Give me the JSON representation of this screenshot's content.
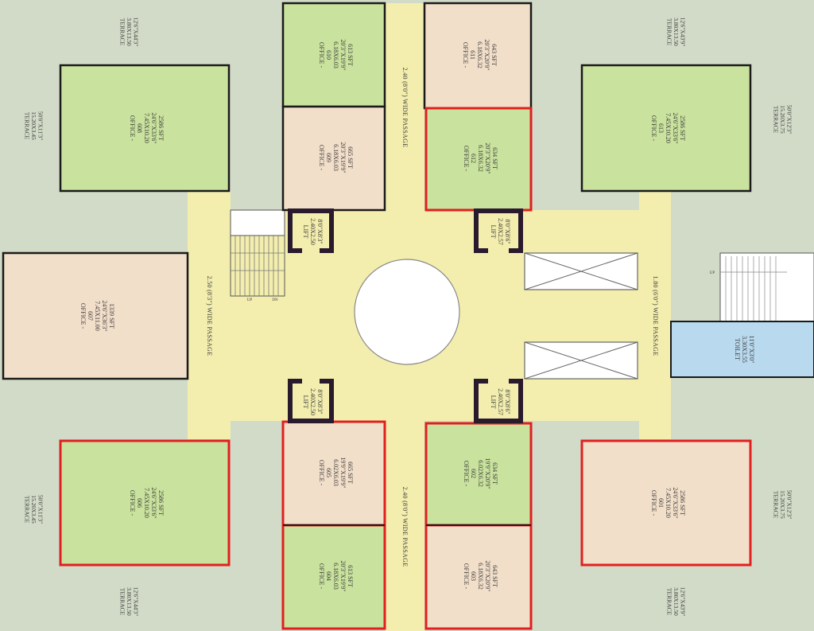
{
  "colors": {
    "terrace": "#d2dbc7",
    "circulation": "#f3eeae",
    "office_green": "#c9e29e",
    "office_peach": "#f2dfca",
    "wall": "#1a1a1a",
    "highlight": "#e02020",
    "lift_frame": "#2a1a2e",
    "toilet": "#b8d9ee"
  },
  "offices": {
    "o610": {
      "lines": [
        "OFFICE -",
        "610",
        "6.18X6.03",
        "20'3\"X19'9\"",
        "613 SFT"
      ]
    },
    "o611": {
      "lines": [
        "OFFICE -",
        "611",
        "6.18X6.32",
        "20'3\"X20'9\"",
        "643 SFT"
      ]
    },
    "o609": {
      "lines": [
        "OFFICE -",
        "609",
        "6.18X6.03",
        "20'3\"X19'9\"",
        "665 SFT"
      ]
    },
    "o612": {
      "lines": [
        "OFFICE -",
        "612",
        "6.18X6.32",
        "20'3\"X20'9\"",
        "634 SFT"
      ]
    },
    "o608": {
      "lines": [
        "OFFICE -",
        "608",
        "7.45X10.20",
        "24'6\"X33'6\"",
        "2586 SFT"
      ]
    },
    "o613": {
      "lines": [
        "OFFICE -",
        "613",
        "7.45X10.20",
        "24'6\"X33'6\"",
        "2586 SFT"
      ]
    },
    "o607": {
      "lines": [
        "OFFICE -",
        "607",
        "7.45X11.00",
        "24'6\"X36'3\"",
        "1339 SFT"
      ]
    },
    "o606": {
      "lines": [
        "OFFICE -",
        "606",
        "7.45X10.20",
        "24'6\"X33'6\"",
        "2586 SFT"
      ]
    },
    "o601": {
      "lines": [
        "OFFICE -",
        "601",
        "7.45X10.20",
        "24'6\"X33'6\"",
        "2586 SFT"
      ]
    },
    "o605": {
      "lines": [
        "OFFICE -",
        "605",
        "6.02X6.03",
        "19'9\"X19'9\"",
        "665 SFT"
      ]
    },
    "o602": {
      "lines": [
        "OFFICE -",
        "602",
        "6.02X6.32",
        "19'9\"X20'9\"",
        "634 SFT"
      ]
    },
    "o604": {
      "lines": [
        "OFFICE -",
        "604",
        "6.18X6.03",
        "20'3\"X19'9\"",
        "613 SFT"
      ]
    },
    "o603": {
      "lines": [
        "OFFICE -",
        "603",
        "6.18X6.32",
        "20'3\"X20'9\"",
        "643 SFT"
      ]
    }
  },
  "terraces": {
    "t_tl_top": {
      "lines": [
        "TERRACE",
        "3.80X13.50",
        "12'6\"X44'3\""
      ]
    },
    "t_tl_side": {
      "lines": [
        "TERRACE",
        "15.20X3.45",
        "50'0\"X11'3\""
      ]
    },
    "t_tr_top": {
      "lines": [
        "TERRACE",
        "3.80X13.50",
        "12'6\"X43'9\""
      ]
    },
    "t_tr_side": {
      "lines": [
        "TERRACE",
        "15.20X3.75",
        "50'0\"X12'3\""
      ]
    },
    "t_bl_side": {
      "lines": [
        "TERRACE",
        "15.20X3.45",
        "50'0\"X11'3\""
      ]
    },
    "t_bl_bot": {
      "lines": [
        "TERRACE",
        "3.80X13.50",
        "12'6\"X44'3\""
      ]
    },
    "t_br_side": {
      "lines": [
        "TERRACE",
        "15.20X3.75",
        "50'0\"X12'3\""
      ]
    },
    "t_br_bot": {
      "lines": [
        "TERRACE",
        "3.80X13.50",
        "12'6\"X43'9\""
      ]
    }
  },
  "lifts": {
    "l_tl": {
      "lines": [
        "LIFT",
        "2.40X2.50",
        "8'0\"X8'3\""
      ]
    },
    "l_tr": {
      "lines": [
        "LIFT",
        "2.40X2.57",
        "8'0\"X8'6\""
      ]
    },
    "l_bl": {
      "lines": [
        "LIFT",
        "2.40X2.50",
        "8'0\"X8'3\""
      ]
    },
    "l_br": {
      "lines": [
        "LIFT",
        "2.40X2.57",
        "8'0\"X8'6\""
      ]
    }
  },
  "toilet": {
    "lines": [
      "TOILET",
      "3.30X3.55",
      "11'0\"X3'0\""
    ]
  },
  "passages": {
    "top": "2.40 (8'0\") WIDE PASSAGE",
    "bottom": "2.40 (8'0\") WIDE PASSAGE",
    "left": "2.50 (8'3\") WIDE PASSAGE",
    "right": "1.80 (6'0\") WIDE PASSAGE"
  },
  "stairs": {
    "up": "UP",
    "dn": "DN",
    "up_right": "UP"
  }
}
